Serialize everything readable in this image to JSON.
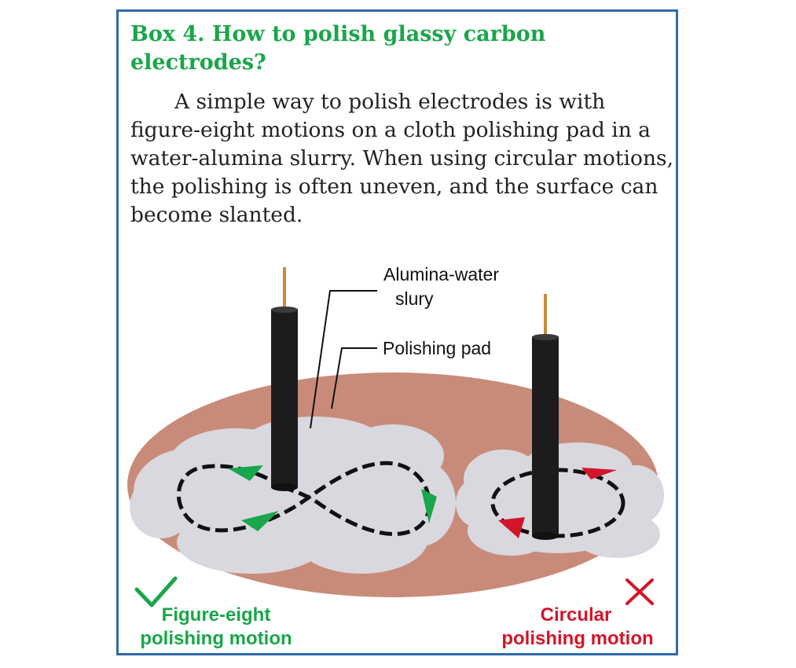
{
  "box": {
    "title": "Box 4. How to polish glassy carbon electrodes?",
    "body": "A simple way to polish electrodes is with figure-eight motions on a cloth polishing pad in a water-alumina slurry. When using circular motions, the polishing is often uneven, and the surface can become slanted."
  },
  "diagram": {
    "labels": {
      "slurry_line1": "Alumina-water",
      "slurry_line2": "slury",
      "pad": "Polishing pad"
    },
    "captions": {
      "good_line1": "Figure-eight",
      "good_line2": "polishing motion",
      "bad_line1": "Circular",
      "bad_line2": "polishing motion"
    },
    "icons": {
      "good": "checkmark-icon",
      "bad": "cross-icon"
    },
    "colors": {
      "pad": "#c98b79",
      "slurry": "#d9d8df",
      "electrode": "#1c1c1c",
      "wire": "#c98a3a",
      "good": "#1aa64a",
      "bad": "#d3152a",
      "frame": "#2e6aa8"
    }
  }
}
